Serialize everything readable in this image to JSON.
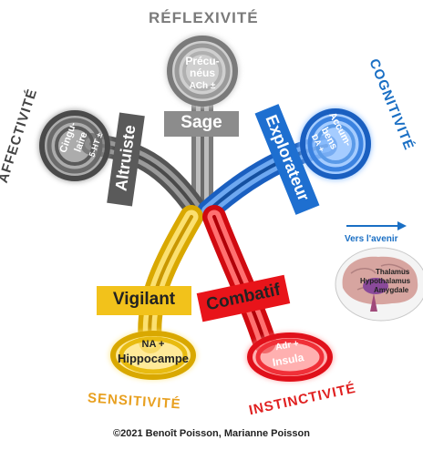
{
  "axes": {
    "top": "RÉFLEXIVITÉ",
    "left": "AFFECTIVITÉ",
    "right": "COGNITIVITÉ",
    "bottom_left": "SENSITIVITÉ",
    "bottom_right": "INSTINCTIVITÉ"
  },
  "nodes": {
    "sage": {
      "label": "Sage",
      "structure_line1": "Précu-",
      "structure_line2": "néus",
      "transmitter": "ACh ±"
    },
    "altruiste": {
      "label": "Altruiste",
      "structure_line1": "Cingu-",
      "structure_line2": "laire",
      "transmitter": "5-HT ±"
    },
    "explorateur": {
      "label": "Explorateur",
      "structure_line1": "Accum-",
      "structure_line2": "bens",
      "transmitter": "DA +"
    },
    "vigilant": {
      "label": "Vigilant",
      "transmitter": "NA +",
      "structure": "Hippocampe"
    },
    "combatif": {
      "label": "Combatif",
      "transmitter": "Adr +",
      "structure": "Insula"
    }
  },
  "arrow_label": "Vers l'avenir",
  "brain_labels": [
    "Thalamus",
    "Hypothalamus",
    "Amygdale"
  ],
  "copyright": "©2021 Benoît Poisson, Marianne Poisson",
  "colors": {
    "gray": "#8c8c8c",
    "dark_gray": "#5a5a5a",
    "blue": "#1e6fd0",
    "yellow": "#f2c21b",
    "red": "#e8141a",
    "header_gray": "#7a7a7a",
    "header_blue": "#1a6fc4",
    "header_orange": "#e8a020",
    "header_red": "#e02020"
  },
  "icons": [
    "brain-icon",
    "arrow-right-icon"
  ]
}
